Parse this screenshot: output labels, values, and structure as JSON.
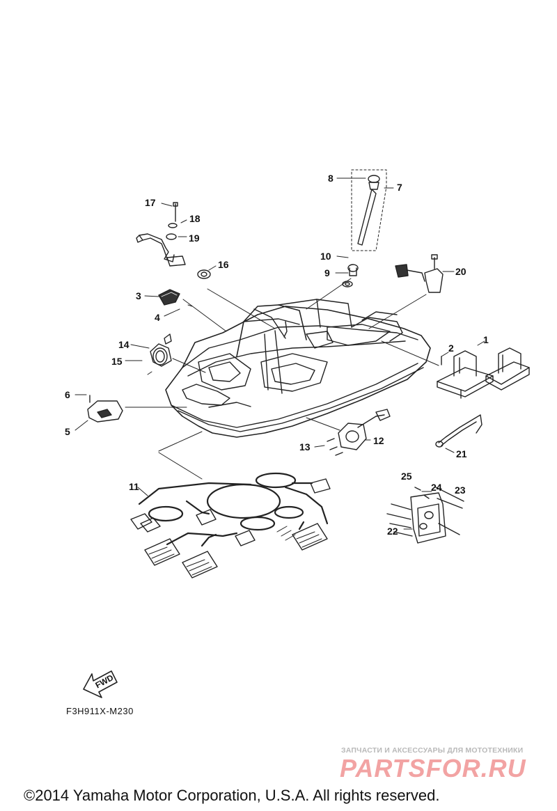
{
  "callouts": [
    {
      "id": "c1",
      "text": "1"
    },
    {
      "id": "c2",
      "text": "2"
    },
    {
      "id": "c3",
      "text": "3"
    },
    {
      "id": "c4",
      "text": "4"
    },
    {
      "id": "c5",
      "text": "5"
    },
    {
      "id": "c6",
      "text": "6"
    },
    {
      "id": "c7",
      "text": "7"
    },
    {
      "id": "c8",
      "text": "8"
    },
    {
      "id": "c9",
      "text": "9"
    },
    {
      "id": "c10",
      "text": "10"
    },
    {
      "id": "c11",
      "text": "11"
    },
    {
      "id": "c12",
      "text": "12"
    },
    {
      "id": "c13",
      "text": "13"
    },
    {
      "id": "c14",
      "text": "14"
    },
    {
      "id": "c15",
      "text": "15"
    },
    {
      "id": "c16",
      "text": "16"
    },
    {
      "id": "c17",
      "text": "17"
    },
    {
      "id": "c18",
      "text": "18"
    },
    {
      "id": "c19",
      "text": "19"
    },
    {
      "id": "c20",
      "text": "20"
    },
    {
      "id": "c21",
      "text": "21"
    },
    {
      "id": "c22",
      "text": "22"
    },
    {
      "id": "c23",
      "text": "23"
    },
    {
      "id": "c24",
      "text": "24"
    },
    {
      "id": "c25",
      "text": "25"
    }
  ],
  "fwd_label": "FWD",
  "figure_code": "F3H911X-M230",
  "watermark": {
    "tagline": "ЗАПЧАСТИ И АКСЕССУАРЫ ДЛЯ МОТОТЕХНИКИ",
    "logo": "PARTSFOR.RU"
  },
  "copyright": "©2014 Yamaha Motor Corporation, U.S.A. All rights reserved.",
  "colors": {
    "line": "#222222",
    "watermark_logo": "#f2a3a3",
    "watermark_tag": "#b9b9b9"
  }
}
